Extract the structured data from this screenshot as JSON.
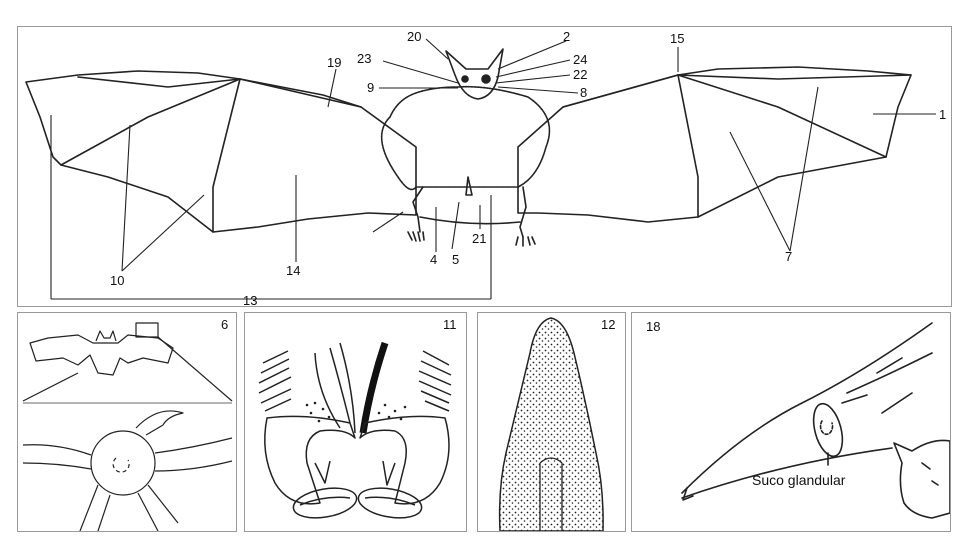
{
  "main": {
    "labels": {
      "l1": "1",
      "l2": "2",
      "l4": "4",
      "l5": "5",
      "l7": "7",
      "l8": "8",
      "l9": "9",
      "l10": "10",
      "l13": "13",
      "l14": "14",
      "l15": "15",
      "l19": "19",
      "l20": "20",
      "l21": "21",
      "l22": "22",
      "l23": "23",
      "l24": "24"
    }
  },
  "panel6": {
    "label": "6"
  },
  "panel11": {
    "label": "11"
  },
  "panel12": {
    "label": "12"
  },
  "panel18": {
    "label": "18",
    "caption": "Suco glandular"
  }
}
